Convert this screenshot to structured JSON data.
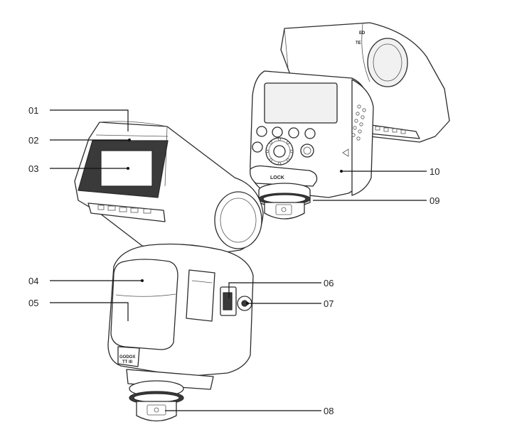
{
  "diagram": {
    "callouts": [
      {
        "id": "01",
        "label": "01"
      },
      {
        "id": "02",
        "label": "02"
      },
      {
        "id": "03",
        "label": "03"
      },
      {
        "id": "04",
        "label": "04"
      },
      {
        "id": "05",
        "label": "05"
      },
      {
        "id": "06",
        "label": "06"
      },
      {
        "id": "07",
        "label": "07"
      },
      {
        "id": "08",
        "label": "08"
      },
      {
        "id": "09",
        "label": "09"
      },
      {
        "id": "10",
        "label": "10"
      }
    ],
    "device_markings": {
      "lock_label": "LOCK",
      "back_panel_a": "ED",
      "back_panel_b": "TE",
      "front_logo": "GODOX",
      "front_model": "TT III"
    }
  }
}
